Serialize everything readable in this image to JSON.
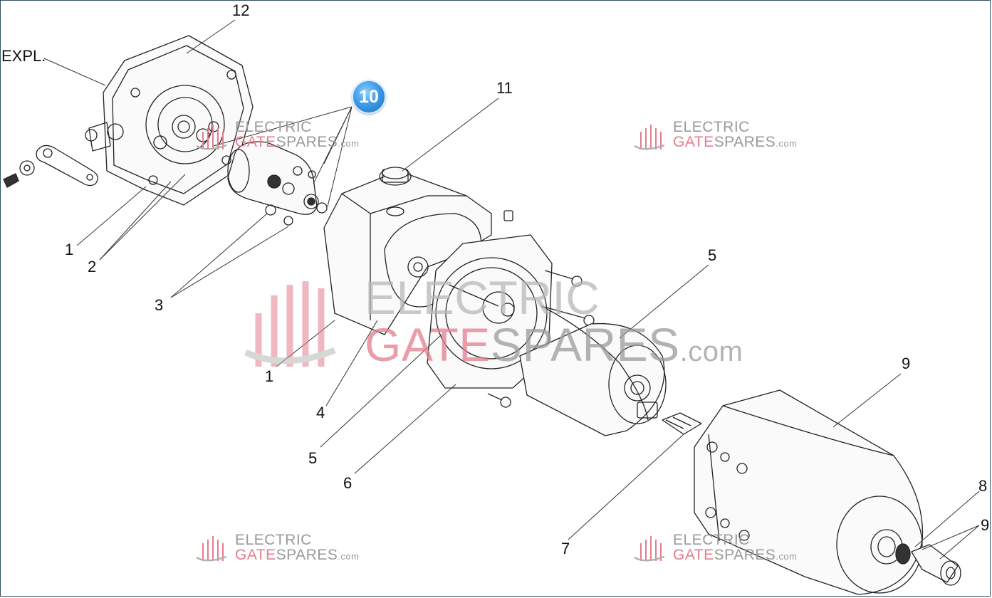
{
  "callouts": {
    "expl": "EXPL.",
    "n12": "12",
    "n10": "10",
    "n11": "11",
    "n1a": "1",
    "n2": "2",
    "n3": "3",
    "n1b": "1",
    "n4": "4",
    "n5a": "5",
    "n5b": "5",
    "n6": "6",
    "n7": "7",
    "n8": "8",
    "n9a": "9",
    "n9b": "9"
  },
  "watermark": {
    "line1": "ELECTRIC",
    "gate": "GATE",
    "spares": "SPARES",
    "dotcom": ".com"
  },
  "colors": {
    "border": "#2f4f63",
    "badge": "#3f9be8",
    "watermark_red": "#e37d8d",
    "watermark_grey": "#9a9a9a",
    "linework": "#222222"
  },
  "icons": [
    "logo-gate-icon",
    "wrench-icon"
  ]
}
